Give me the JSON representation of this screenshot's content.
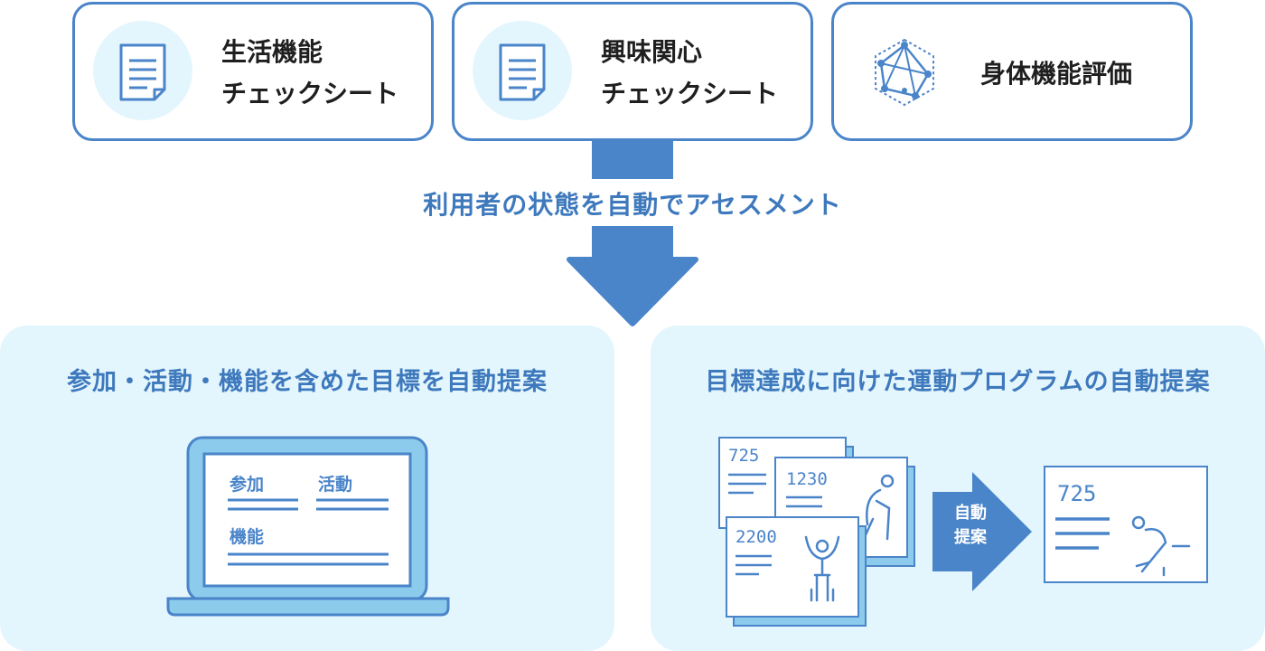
{
  "cards": [
    {
      "line1": "生活機能",
      "line2": "チェックシート",
      "icon": "document-icon"
    },
    {
      "line1": "興味関心",
      "line2": "チェックシート",
      "icon": "document-icon"
    },
    {
      "line1": "身体機能評価",
      "icon": "body-polygon-icon"
    }
  ],
  "arrow_label": "利用者の状態を自動でアセスメント",
  "left_panel": {
    "title": "参加・活動・機能を含めた目標を自動提案",
    "laptop_labels": {
      "participation": "参加",
      "activity": "活動",
      "function": "機能"
    }
  },
  "right_panel": {
    "title": "目標達成に向けた運動プログラムの自動提案",
    "sheets": [
      "725",
      "1230",
      "2200"
    ],
    "arrow_label_line1": "自動",
    "arrow_label_line2": "提案",
    "result_value": "725"
  },
  "colors": {
    "primary": "#4a84c9",
    "light_bg": "#e4f6fd",
    "text_blue": "#3e79bd"
  }
}
